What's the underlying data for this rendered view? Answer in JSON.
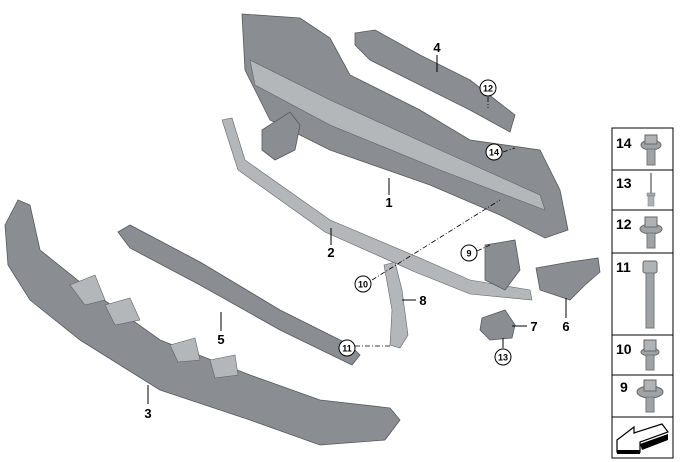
{
  "diagram": {
    "callouts": [
      {
        "id": "1",
        "label": "1",
        "circled": false
      },
      {
        "id": "2",
        "label": "2",
        "circled": false
      },
      {
        "id": "3",
        "label": "3",
        "circled": false
      },
      {
        "id": "4",
        "label": "4",
        "circled": false
      },
      {
        "id": "5",
        "label": "5",
        "circled": false
      },
      {
        "id": "6",
        "label": "6",
        "circled": false
      },
      {
        "id": "7",
        "label": "7",
        "circled": false
      },
      {
        "id": "8",
        "label": "8",
        "circled": false
      },
      {
        "id": "9",
        "label": "9",
        "circled": true
      },
      {
        "id": "10",
        "label": "10",
        "circled": true
      },
      {
        "id": "11",
        "label": "11",
        "circled": true
      },
      {
        "id": "12",
        "label": "12",
        "circled": true
      },
      {
        "id": "13",
        "label": "13",
        "circled": true
      },
      {
        "id": "14",
        "label": "14",
        "circled": true
      }
    ]
  },
  "legend": {
    "items": [
      {
        "number": "14",
        "icon": "flange-bolt-icon"
      },
      {
        "number": "13",
        "icon": "rivet-icon"
      },
      {
        "number": "12",
        "icon": "washer-bolt-icon"
      },
      {
        "number": "11",
        "icon": "long-bolt-icon"
      },
      {
        "number": "10",
        "icon": "short-bolt-icon"
      },
      {
        "number": "9",
        "icon": "washer-bolt-icon"
      }
    ],
    "footer_icon": "direction-arrow-icon"
  }
}
